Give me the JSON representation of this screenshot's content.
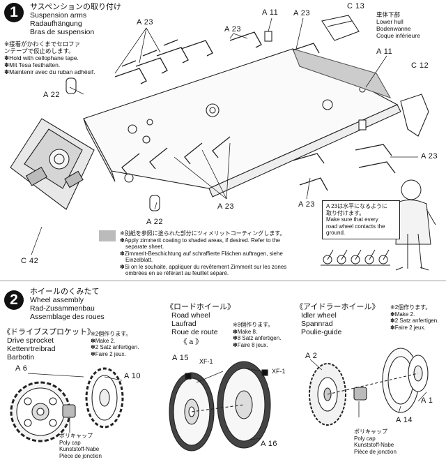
{
  "step1": {
    "number": "1",
    "title_jp": "サスペンションの取り付け",
    "title_en": "Suspension arms",
    "title_de": "Radaufhängung",
    "title_fr": "Bras de suspension",
    "tape_note": [
      "※接着がかわくまでセロファ",
      "ンテープで仮止めします。",
      "✽Hold with cellophane tape.",
      "✽Mit Tesa festhalten.",
      "✽Maintenir avec du ruban adhésif."
    ],
    "hull_note": [
      "車体下部",
      "Lower hull",
      "Bodenwanne",
      "Coque inférieure"
    ],
    "coating_note": [
      "※別紙を参照に塗られた部分にツィメリットコーティングします。",
      "✽Apply zimmerit coating to shaded areas, if desired. Refer to the",
      "separate sheet.",
      "✽Zimmerit-Beschichtung auf schraffierte Flächen auftragen, siehe",
      "Einzelblatt.",
      "✽Si on le souhaite, appliquer du revêtement Zimmerit sur les zones",
      "ombrées en se référant au feuillet séparé."
    ],
    "level_note": [
      "A 23は水平になるように",
      "取り付けます。",
      "Make sure that every",
      "road wheel contacts the",
      "ground."
    ],
    "labels": {
      "a23_top_left": "A 23",
      "a23_top_mid": "A 23",
      "a11_top": "A 11",
      "a23_top_right": "A 23",
      "c13": "C 13",
      "a11_right": "A 11",
      "c12": "C 12",
      "a22_upper": "A 22",
      "a22_lower": "A 22",
      "a23_right": "A 23",
      "a23_bottom_mid": "A 23",
      "a23_bottom_right": "A 23",
      "c42": "C 42"
    }
  },
  "step2": {
    "number": "2",
    "title_jp": "ホイールのくみたて",
    "title_en": "Wheel assembly",
    "title_de": "Rad-Zusammenbau",
    "title_fr": "Assemblage des roues",
    "sprocket": {
      "title_jp": "《ドライブスプロケット》",
      "title_en": "Drive sprocket",
      "title_de": "Kettenrtreibrad",
      "title_fr": "Barbotin",
      "make_note": [
        "※2個作ります。",
        "✽Make 2.",
        "✽2 Satz anfertigen.",
        "✽Faire 2 jeux."
      ],
      "a6": "A 6",
      "a10": "A 10",
      "polycap": [
        "ポリキャップ",
        "Poly cap",
        "Kunststoff-Nabe",
        "Pièce de jonction"
      ]
    },
    "roadwheel": {
      "title_jp": "《ロードホイール》",
      "title_en": "Road wheel",
      "title_de": "Laufrad",
      "title_fr": "Roue de route",
      "variant": "《 a 》",
      "make_note": [
        "※8個作ります。",
        "✽Make 8.",
        "✽8 Satz anfertigen.",
        "✽Faire 8 jeux."
      ],
      "a15": "A 15",
      "xf1_left": "XF-1",
      "xf1_right": "XF-1",
      "a16": "A 16"
    },
    "idler": {
      "title_jp": "《アイドラーホイール》",
      "title_en": "Idler wheel",
      "title_de": "Spannrad",
      "title_fr": "Poulie-guide",
      "make_note": [
        "※2個作ります。",
        "✽Make 2.",
        "✽2 Satz anfertigen.",
        "✽Faire 2 jeux."
      ],
      "a2": "A 2",
      "a1": "A 1",
      "a14": "A 14",
      "polycap": [
        "ポリキャップ",
        "Poly cap",
        "Kunststoff-Nabe",
        "Pièce de jonction"
      ]
    }
  }
}
